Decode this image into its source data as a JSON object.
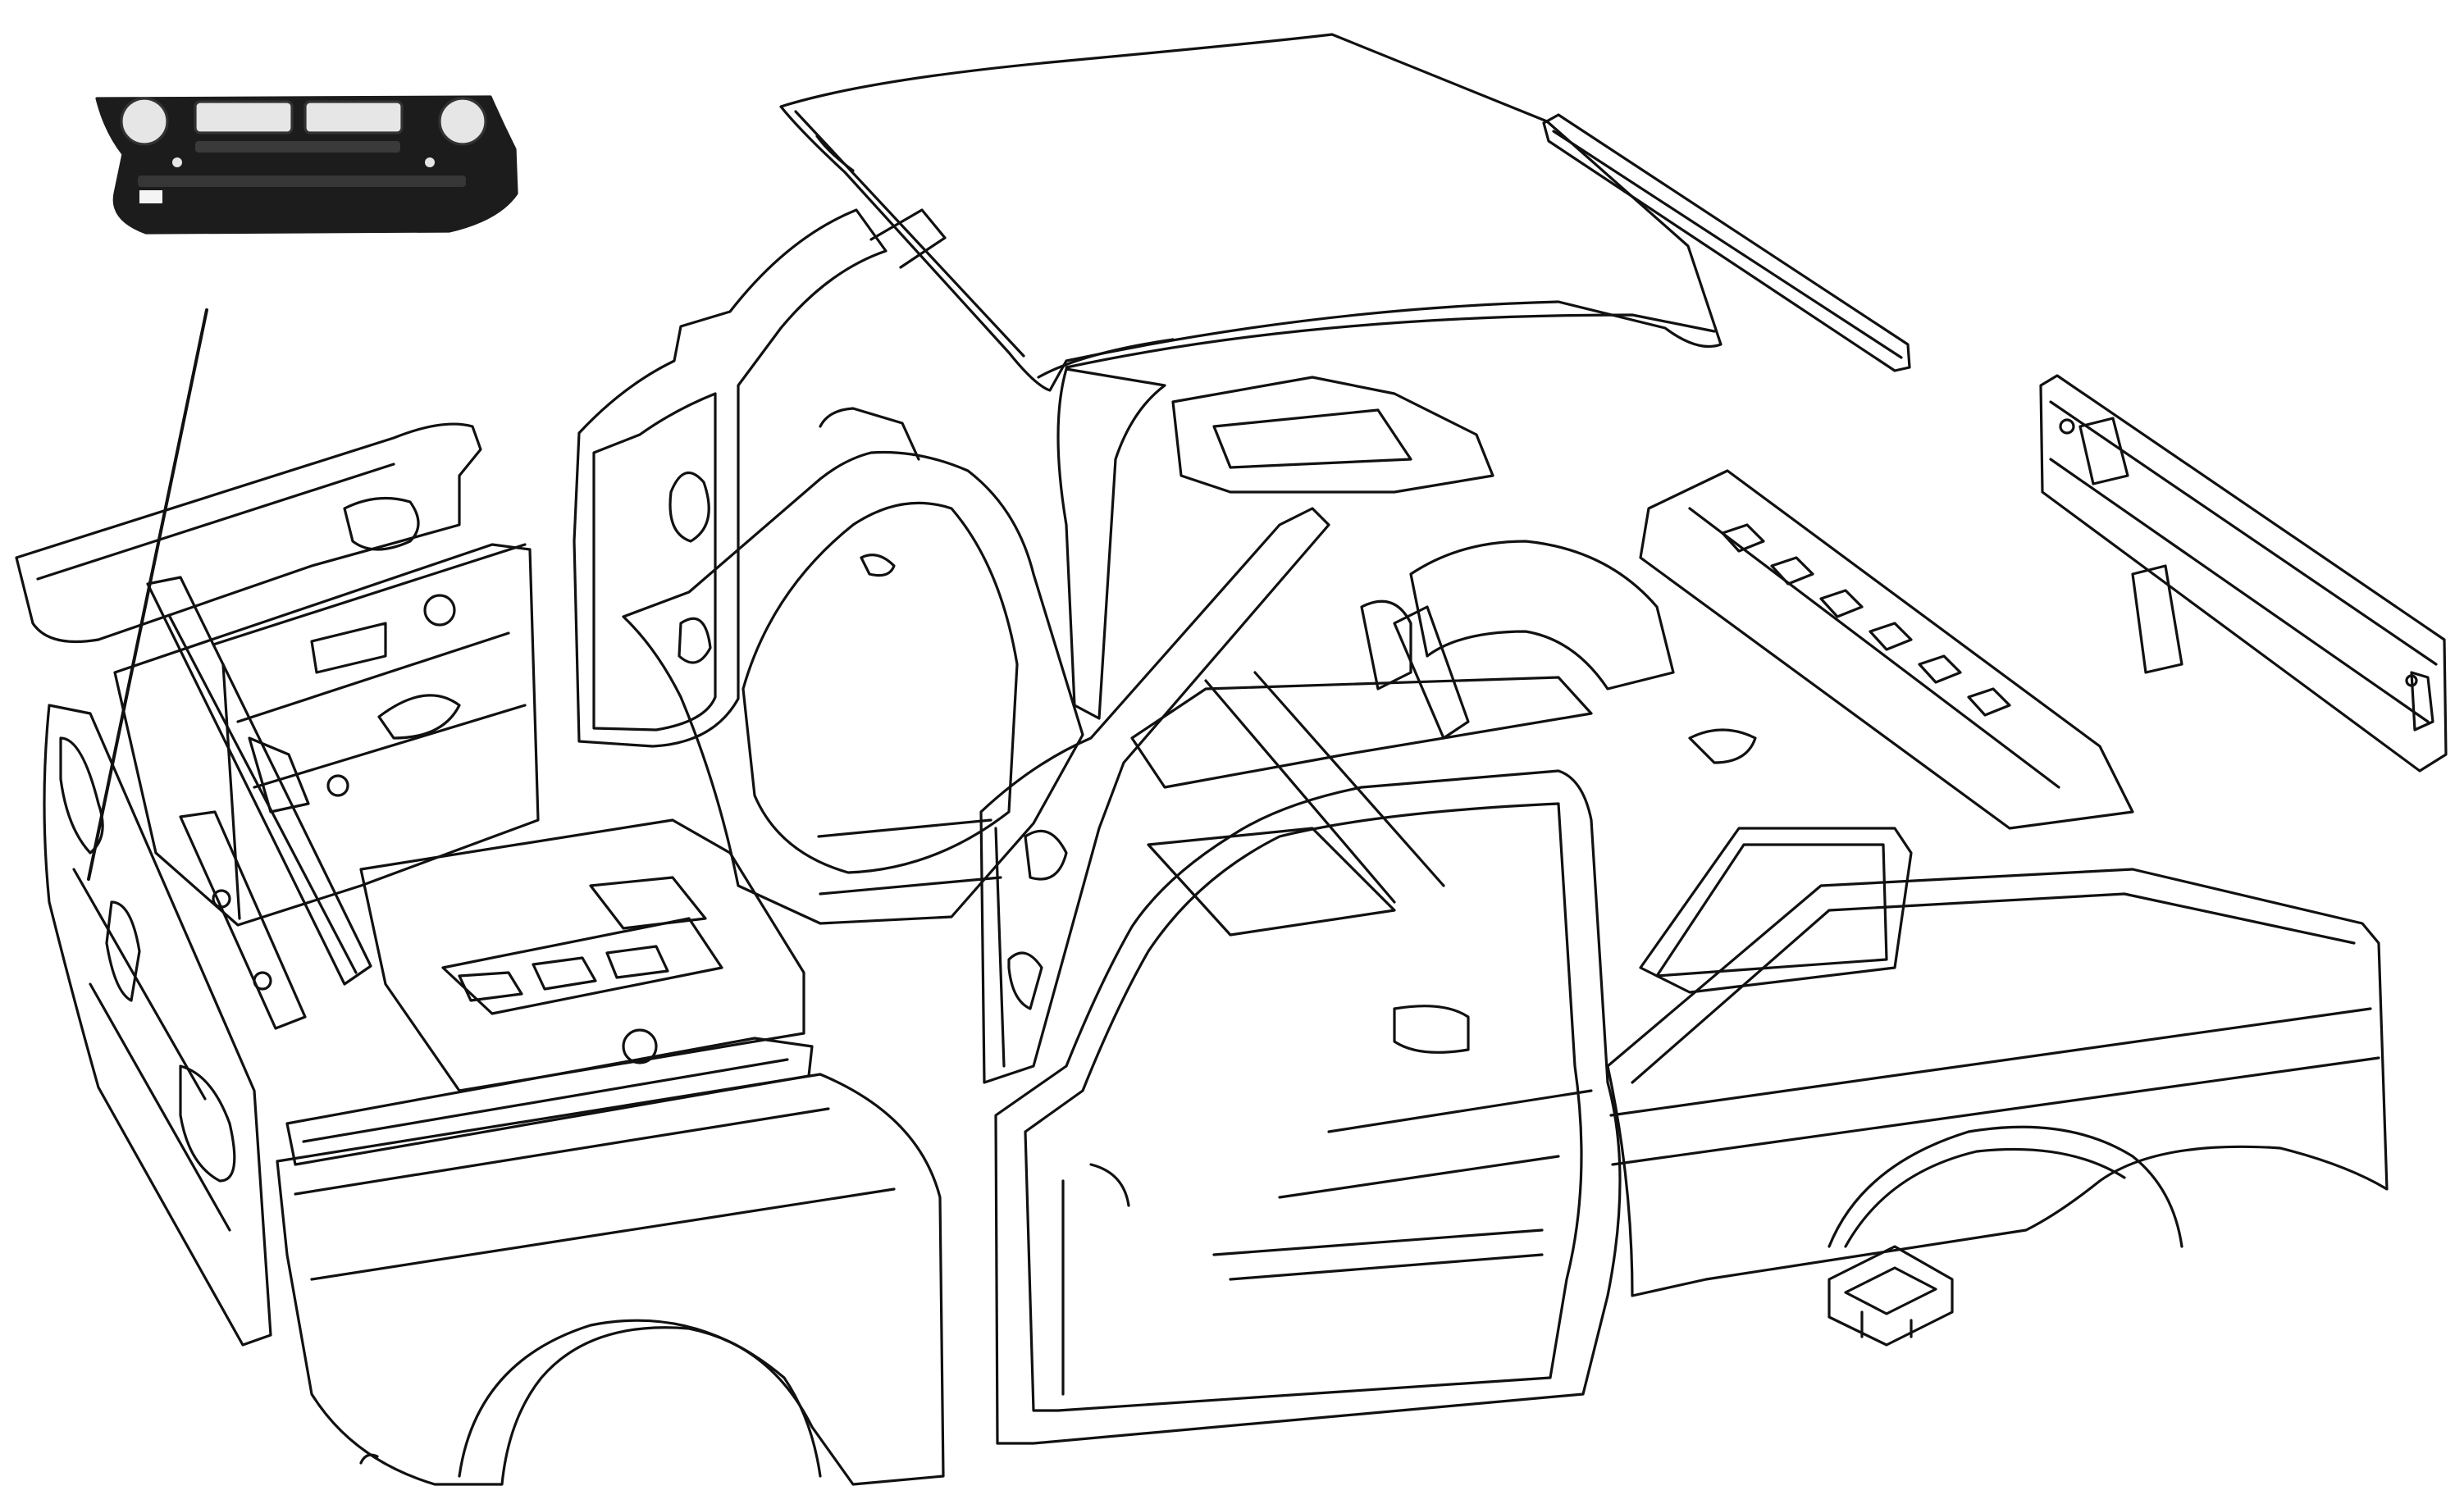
{
  "diagram": {
    "kind": "exploded-view-line-drawing",
    "subject": "car body shell",
    "style": {
      "background": "#ffffff",
      "stroke": "#111111",
      "panel_fill": "#1c1c1c",
      "panel_highlight": "#e6e6e6"
    },
    "callout": {
      "points_to": "front-panel",
      "icon": "front-panel-photo"
    },
    "components": [
      "roof-panel",
      "roof-gutter-strip",
      "windscreen-frame",
      "firewall-scuttle",
      "left-front-wing",
      "right-front-wing",
      "front-panel",
      "engine-bay",
      "floor-pan",
      "front-crossmember",
      "b-pillar",
      "door-frame",
      "rear-quarter-panel",
      "rear-wheel-arch",
      "rear-floor",
      "boot-floor",
      "rear-panel",
      "rear-bracket"
    ]
  }
}
